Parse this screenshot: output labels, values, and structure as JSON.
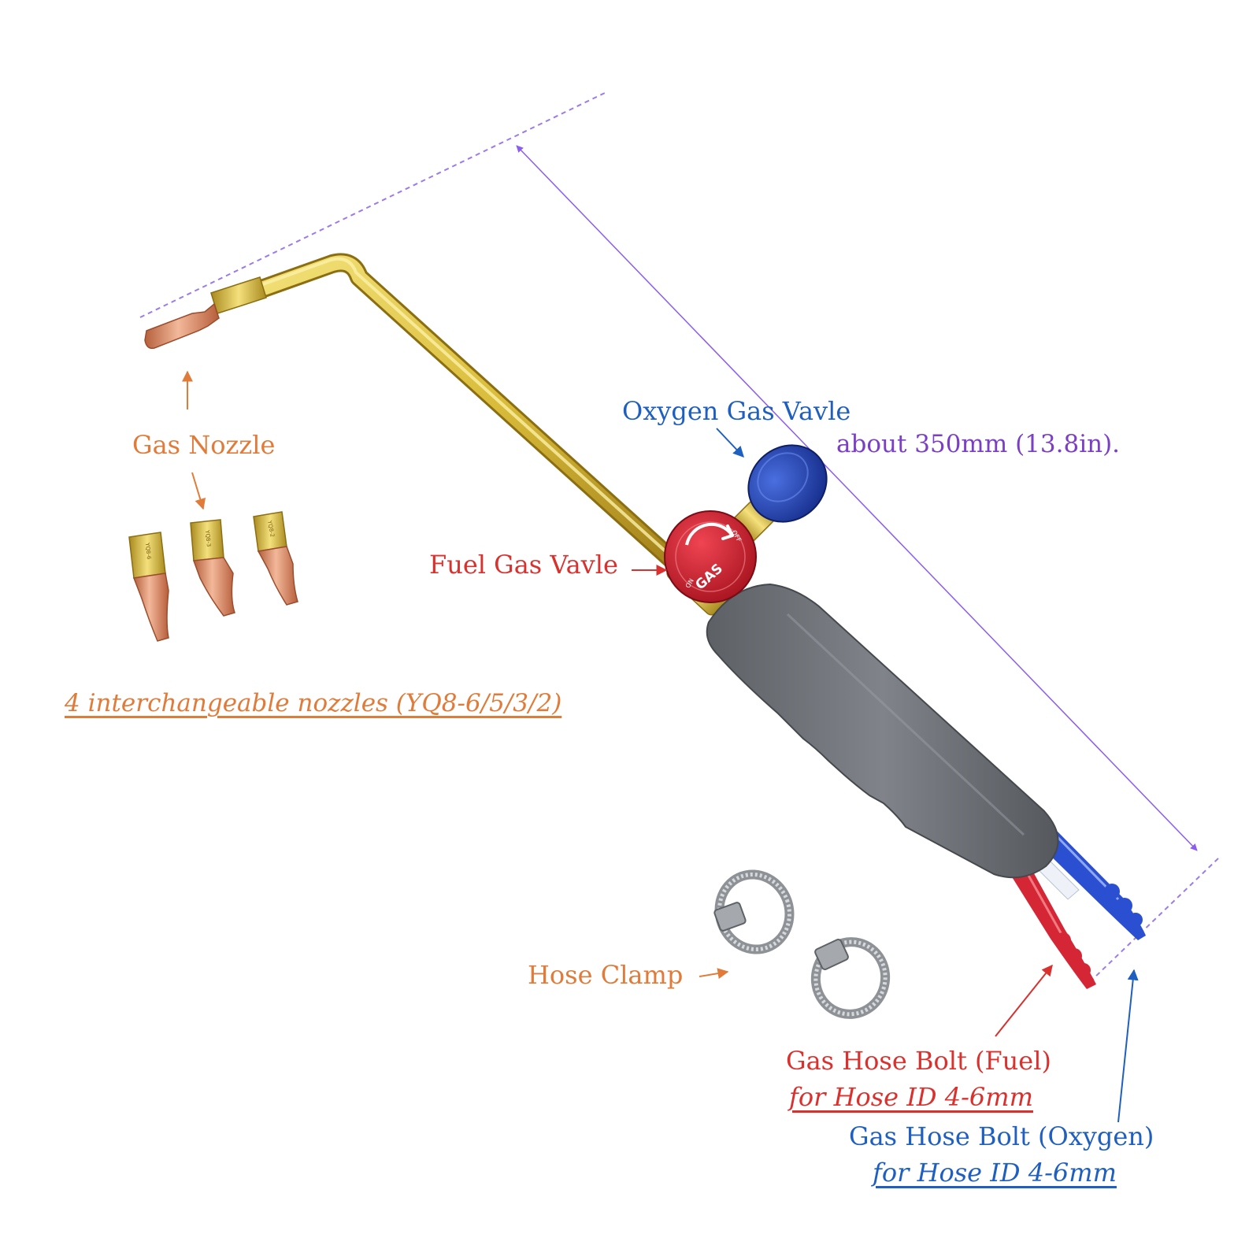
{
  "labels": {
    "gas_nozzle": "Gas Nozzle",
    "interchangeable": "4 interchangeable nozzles (YQ8-6/5/3/2)",
    "oxygen_valve": "Oxygen Gas Vavle",
    "length": "about 350mm (13.8in).",
    "fuel_valve": "Fuel Gas Vavle",
    "hose_clamp": "Hose Clamp",
    "fuel_bolt": "Gas Hose Bolt (Fuel)",
    "fuel_bolt_sub": "for Hose ID 4-6mm",
    "oxygen_bolt": "Gas Hose Bolt (Oxygen)",
    "oxygen_bolt_sub": "for Hose ID 4-6mm"
  },
  "knob": {
    "gas": "GAS",
    "on": "ON",
    "off": "OFF"
  },
  "nozzle_marks": [
    "YQ8-6",
    "YQ8-3",
    "YQ8-2"
  ],
  "colors": {
    "orange": "#E07B39",
    "blue": "#1F5FBF",
    "red": "#D8312E",
    "purple": "#7B3FC4",
    "brass": "#D9BC3A",
    "copper": "#D98762",
    "handle": "#6E7176",
    "knob_blue": "#1C3FB5",
    "knob_red": "#D42635"
  }
}
